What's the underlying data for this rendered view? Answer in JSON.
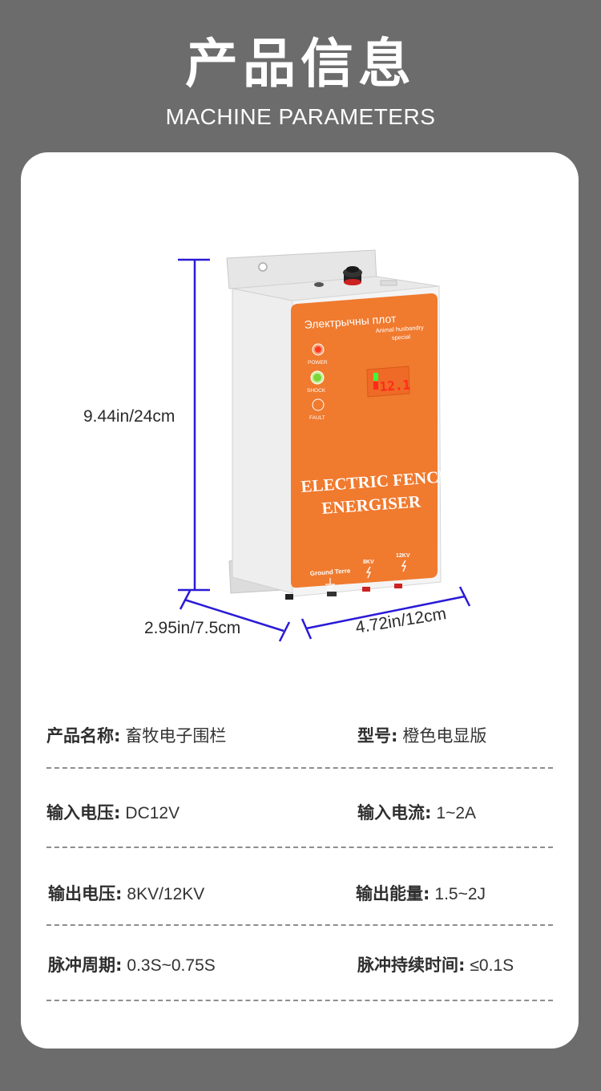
{
  "header": {
    "title": "产品信息",
    "subtitle": "MACHINE PARAMETERS"
  },
  "dimensions": {
    "height": "9.44in/24cm",
    "depth": "2.95in/7.5cm",
    "width": "4.72in/12cm"
  },
  "device": {
    "brand_text": "Электрычны плот",
    "tagline_1": "Animal husbandry",
    "tagline_2": "special",
    "power_label": "POWER",
    "shock_label": "SHOCK",
    "fault_label": "FAULT",
    "display_reading": "12.1",
    "name_line_1": "ELECTRIC FENCE",
    "name_line_2": "ENERGISER",
    "ground_label": "Ground Terre",
    "terminal_8kv": "8KV",
    "terminal_12kv": "12KV"
  },
  "specs": [
    {
      "left_key": "产品名称:",
      "left_value": "畜牧电子围栏",
      "right_key": "型号:",
      "right_value": "橙色电显版"
    },
    {
      "left_key": "输入电压:",
      "left_value": "DC12V",
      "right_key": "输入电流:",
      "right_value": "1~2A"
    },
    {
      "left_key": "输出电压:",
      "left_value": "8KV/12KV",
      "right_key": "输出能量:",
      "right_value": "1.5~2J"
    },
    {
      "left_key": "脉冲周期:",
      "left_value": "0.3S~0.75S",
      "right_key": "脉冲持续时间:",
      "right_value": "≤0.1S"
    }
  ],
  "colors": {
    "background": "#6c6c6c",
    "card": "#ffffff",
    "device_orange": "#f07a2e",
    "dimension_line": "#2a1bd6"
  }
}
